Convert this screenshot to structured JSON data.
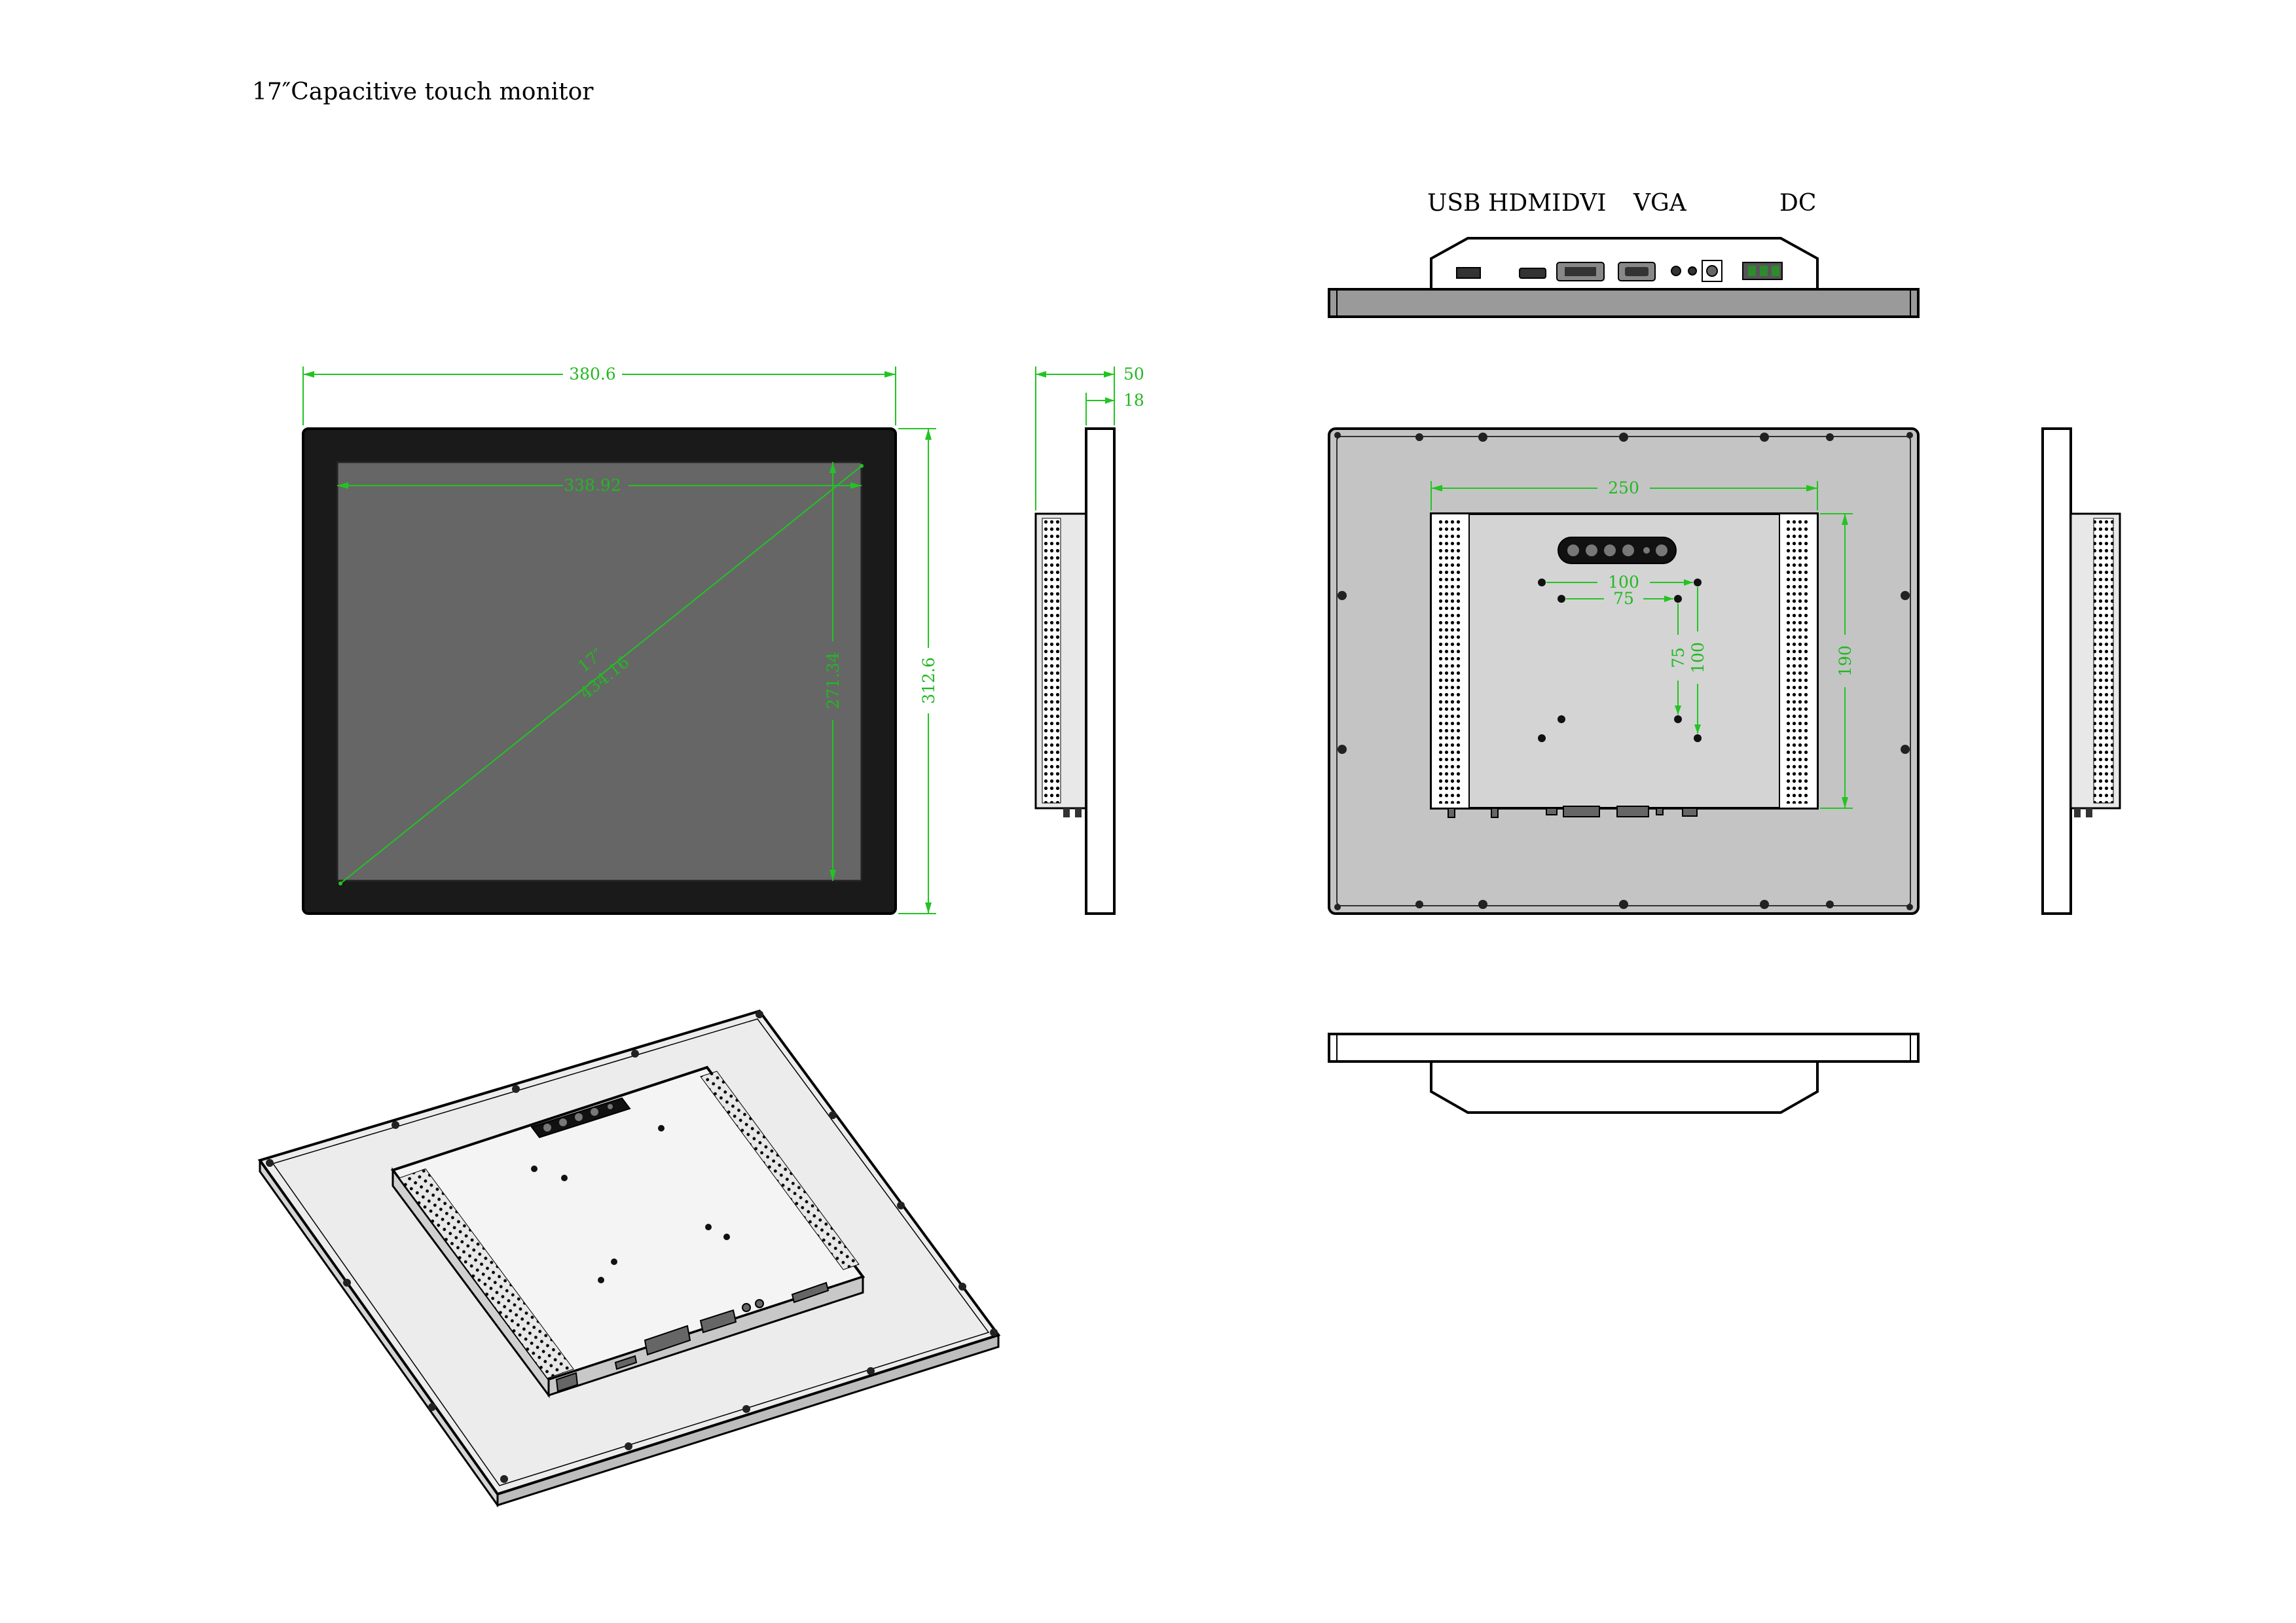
{
  "title": "17″Capacitive touch monitor",
  "ports": {
    "usb": "USB",
    "hdmi": "HDMI",
    "dvi": "DVI",
    "vga": "VGA",
    "dc": "DC"
  },
  "front_view": {
    "width_dim": "380.6",
    "active_width_dim": "338.92",
    "diagonal_inch": "17″",
    "diagonal_dim": "434.16",
    "active_height_dim": "271.34",
    "height_dim": "312.6"
  },
  "side_view": {
    "depth_total_dim": "50",
    "depth_frame_dim": "18"
  },
  "rear_view": {
    "box_width_dim": "250",
    "vesa_large_h_dim": "100",
    "vesa_small_h_dim": "75",
    "vesa_small_v_dim": "75",
    "vesa_large_v_dim": "100",
    "box_height_dim": "190"
  },
  "colors": {
    "dimension": "#22c422",
    "bezel": "#1a1a1a",
    "screen": "#666666",
    "rear_panel": "#c4c4c4",
    "housing": "#d4d4d4",
    "frame_side": "#dcdcdc"
  }
}
